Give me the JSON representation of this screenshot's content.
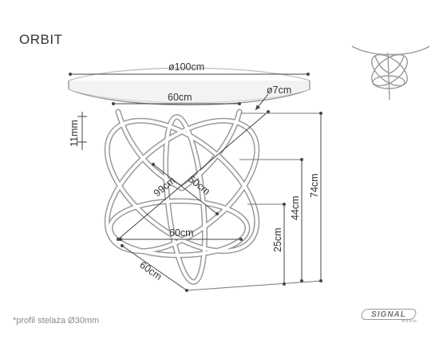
{
  "product_name": "ORBIT",
  "dimensions": {
    "top_diameter": "ø100cm",
    "tube_diameter": "ø7cm",
    "top_inner_width": "60cm",
    "top_thickness": "11mm",
    "diagonal_large": "99cm",
    "diagonal_small": "50cm",
    "base_inner_width": "60cm",
    "base_depth": "60cm",
    "height_total": "74cm",
    "height_mid": "44cm",
    "height_low": "25cm"
  },
  "footnote": "*profil stelaża Ø30mm",
  "brand": {
    "name": "SIGNAL",
    "tagline": "meble"
  },
  "colors": {
    "line": "#555555",
    "frame": "#b3b3b3",
    "text": "#333333"
  }
}
